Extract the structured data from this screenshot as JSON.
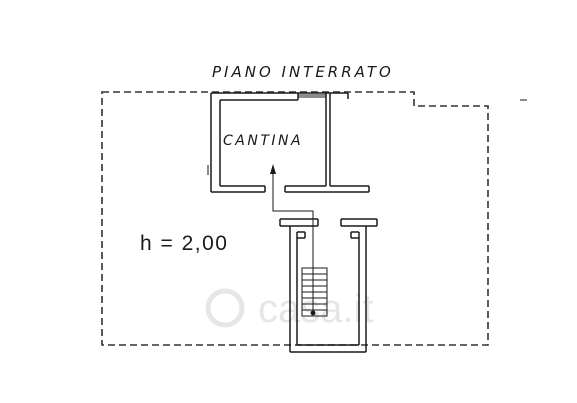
{
  "floor_label": "PIANO INTERRATO",
  "rooms": [
    {
      "label": "CANTINA"
    }
  ],
  "height_label": "h = 2,00",
  "watermark_text": "casa.it",
  "colors": {
    "ink": "#1a1a1a",
    "watermark": "#e6e6e6",
    "background": "#ffffff"
  }
}
